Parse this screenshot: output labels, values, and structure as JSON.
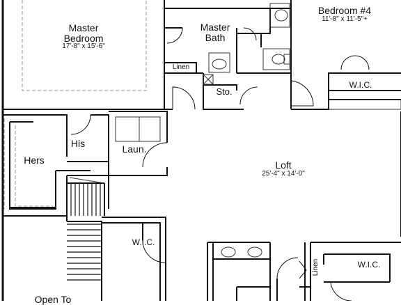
{
  "rooms": {
    "master_bedroom": {
      "name_line1": "Master",
      "name_line2": "Bedroom",
      "dimensions": "17'-8\" x 15'-6\""
    },
    "master_bath": {
      "name_line1": "Master",
      "name_line2": "Bath"
    },
    "bedroom4": {
      "name": "Bedroom #4",
      "dimensions": "11'-8\" x 11'-5\"+"
    },
    "wic_bedroom4": {
      "name": "W.I.C."
    },
    "linen_master": {
      "name": "Linen"
    },
    "storage": {
      "name": "Sto."
    },
    "his": {
      "name": "His"
    },
    "hers": {
      "name": "Hers"
    },
    "laundry": {
      "name": "Laun."
    },
    "loft": {
      "name": "Loft",
      "dimensions": "25'-4\" x 14'-0\""
    },
    "wic_center": {
      "name": "W.I.C."
    },
    "linen_lower": {
      "name": "Linen"
    },
    "wic_lower_right": {
      "name": "W.I.C."
    },
    "open_to": {
      "name": "Open To"
    }
  },
  "colors": {
    "walls": "#111111",
    "dashed_outline": "#8a8fb0",
    "fixtures": "#333333"
  }
}
